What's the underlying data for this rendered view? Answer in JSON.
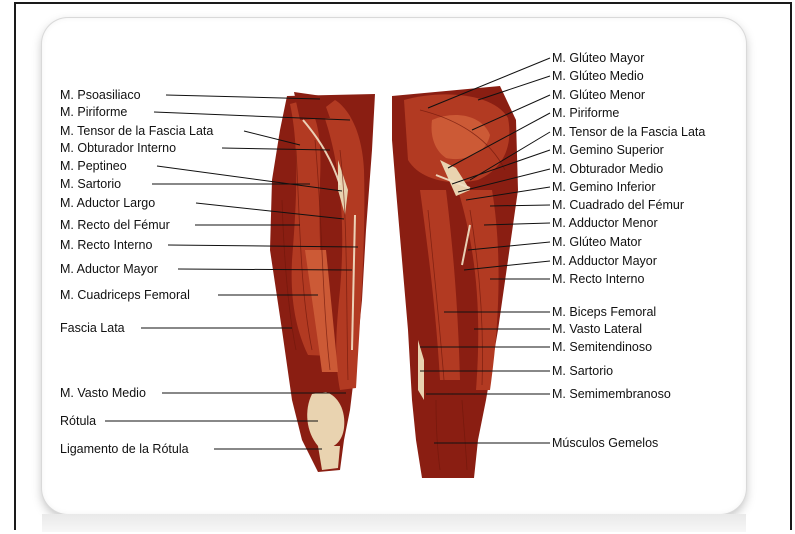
{
  "labels_left": [
    "M. Psoasiliaco",
    "M. Piriforme",
    "M. Tensor de la Fascia Lata",
    "M. Obturador Interno",
    "M. Peptineo",
    "M. Sartorio",
    "M. Aductor Largo",
    "M. Recto del Fémur",
    "M. Recto Interno",
    "M. Aductor Mayor",
    "M. Cuadriceps Femoral",
    "Fascia Lata",
    "M. Vasto Medio",
    "Rótula",
    "Ligamento de la Rótula"
  ],
  "labels_right": [
    "M. Glúteo Mayor",
    "M. Glúteo Medio",
    "M. Glúteo Menor",
    "M. Piriforme",
    "M. Tensor de la Fascia Lata",
    "M. Gemino Superior",
    "M. Obturador Medio",
    "M. Gemino Inferior",
    "M. Cuadrado del Fémur",
    "M. Adductor Menor",
    "M. Glúteo Mator",
    "M. Adductor Mayor",
    "M. Recto Interno",
    "M. Biceps Femoral",
    "M. Vasto Lateral",
    "M. Semitendinoso",
    "M. Sartorio",
    "M. Semimembranoso",
    "Músculos Gemelos"
  ],
  "colors": {
    "muscle_dark": "#8a1e12",
    "muscle_mid": "#b23a22",
    "tendon": "#e9d3b0",
    "frame": "#1a1a1a"
  }
}
